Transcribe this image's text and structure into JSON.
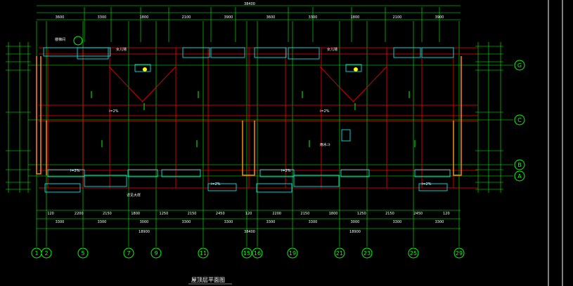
{
  "drawing": {
    "title": "屋顶层平面图",
    "background": "#000000",
    "colors": {
      "grid": "#00ff00",
      "beam": "#ff0000",
      "wall": "#ff8c00",
      "detail": "#00ffff",
      "text": "#ffffff",
      "accent": "#ffff00"
    }
  },
  "axes": {
    "bottom": [
      "1",
      "2",
      "5",
      "7",
      "9",
      "11",
      "15",
      "16",
      "19",
      "21",
      "23",
      "25",
      "29"
    ],
    "right": [
      "G",
      "C",
      "B",
      "A"
    ]
  },
  "dimensions": {
    "bottom_row1": [
      "120",
      "2200",
      "2150",
      "1800",
      "1250",
      "2150",
      "2450",
      "120",
      "2200",
      "2150",
      "1800",
      "1250",
      "2150",
      "2450",
      "120"
    ],
    "bottom_row2": [
      "3300",
      "3300",
      "3000",
      "3300",
      "3300",
      "3300",
      "3300",
      "3000",
      "3300",
      "3300"
    ],
    "bottom_row3": [
      "18900",
      "18900"
    ],
    "bottom_total": "38400",
    "top_total": "38400",
    "top_row": [
      "3600",
      "3300",
      "1800",
      "2100",
      "3900",
      "3600",
      "3300",
      "1800",
      "2100",
      "3900"
    ]
  },
  "labels": {
    "stair": "楼梯间",
    "slope": "i=2%",
    "drain": "雨水斗",
    "parapet": "女儿墙",
    "note": "详见大样"
  }
}
